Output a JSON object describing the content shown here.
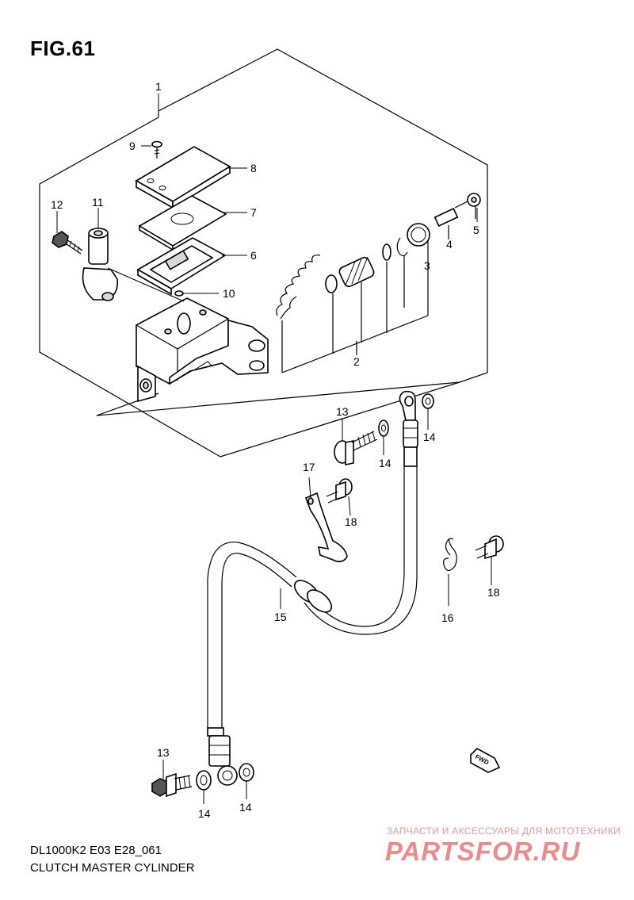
{
  "figure": {
    "title": "FIG.61"
  },
  "footer": {
    "model_code": "DL1000K2 E03 E28_061",
    "caption": "CLUTCH MASTER CYLINDER"
  },
  "watermark": {
    "tagline": "ЗАПЧАСТИ И АКСЕССУАРЫ ДЛЯ МОТОТЕХНИКИ",
    "brand": "PARTSFOR.RU"
  },
  "fwd_marker": {
    "label": "FWD"
  },
  "callouts": {
    "p1": "1",
    "p2": "2",
    "p3": "3",
    "p4": "4",
    "p5": "5",
    "p6": "6",
    "p7": "7",
    "p8": "8",
    "p9": "9",
    "p10": "10",
    "p11": "11",
    "p12": "12",
    "p13_top": "13",
    "p14_a": "14",
    "p14_b": "14",
    "p15": "15",
    "p16": "16",
    "p17": "17",
    "p18_a": "18",
    "p18_b": "18",
    "p13_bottom": "13",
    "p14_c": "14",
    "p14_d": "14"
  }
}
